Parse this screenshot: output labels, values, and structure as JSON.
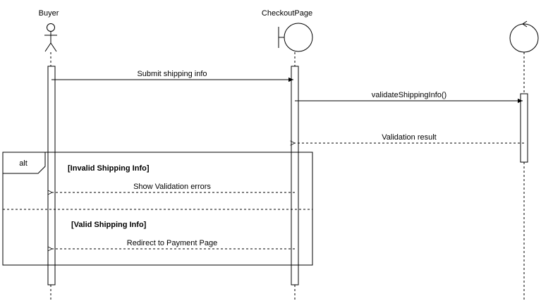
{
  "participants": [
    {
      "name": "Buyer",
      "kind": "actor"
    },
    {
      "name": "CheckoutPage",
      "kind": "boundary"
    },
    {
      "name": "",
      "kind": "control"
    }
  ],
  "messages": [
    {
      "label": "Submit shipping info",
      "from": "Buyer",
      "to": "CheckoutPage",
      "style": "solid"
    },
    {
      "label": "validateShippingInfo()",
      "from": "CheckoutPage",
      "to": "control",
      "style": "solid"
    },
    {
      "label": "Validation result",
      "from": "control",
      "to": "CheckoutPage",
      "style": "dashed"
    },
    {
      "label": "Show Validation errors",
      "from": "CheckoutPage",
      "to": "Buyer",
      "style": "dashed"
    },
    {
      "label": "Redirect to Payment Page",
      "from": "CheckoutPage",
      "to": "Buyer",
      "style": "dashed"
    }
  ],
  "fragment": {
    "operator": "alt",
    "guard_1": "[Invalid Shipping Info]",
    "guard_2": "[Valid Shipping Info]"
  }
}
